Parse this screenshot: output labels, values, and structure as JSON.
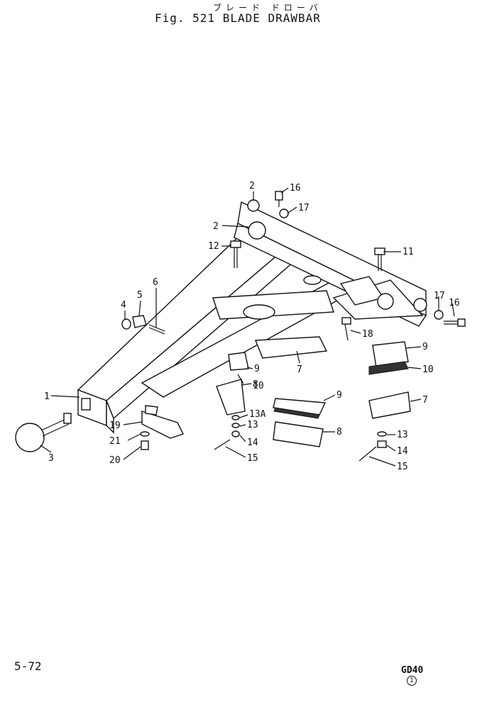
{
  "header": {
    "japanese_title": "ブレード ドローバ",
    "figure_title": "Fig. 521  BLADE DRAWBAR"
  },
  "footer": {
    "page_number": "5-72",
    "model_code": "GD40",
    "revision_mark": "1"
  },
  "callouts": [
    "1",
    "2",
    "2",
    "3",
    "4",
    "5",
    "6",
    "7",
    "7",
    "8",
    "8",
    "9",
    "9",
    "9",
    "10",
    "10",
    "11",
    "12",
    "13",
    "13",
    "13A",
    "14",
    "14",
    "15",
    "15",
    "16",
    "16",
    "17",
    "17",
    "18",
    "19",
    "20",
    "21"
  ]
}
